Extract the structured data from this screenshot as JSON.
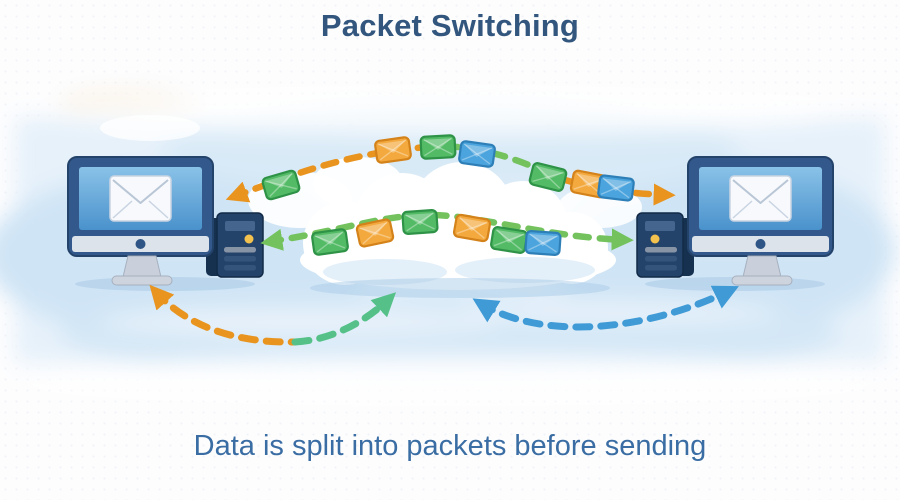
{
  "title": "Packet Switching",
  "caption": "Data is split into packets before sending",
  "colors": {
    "title_text": "#32567d",
    "caption_text": "#3a6da3",
    "packet_green": "#53bb66",
    "packet_green_border": "#2e9247",
    "packet_orange": "#f3a93e",
    "packet_orange_border": "#d4821a",
    "packet_blue": "#4ba4dd",
    "packet_blue_border": "#2e7fb7",
    "dash_orange": "#e8941f",
    "dash_green": "#74c25e",
    "dash_mint": "#55c189",
    "dash_blue": "#3f9ad6",
    "monitor_frame": "#33598c",
    "screen_blue_top": "#8ac2e8",
    "screen_blue_bottom": "#4a92cc",
    "server_navy": "#24436b",
    "accent_yellow": "#f2c14e"
  },
  "diagram": {
    "left_computer": {
      "screen_icon": "envelope-icon"
    },
    "right_computer": {
      "screen_icon": "envelope-icon"
    },
    "paths": {
      "top": {
        "packets": [
          "green",
          "orange",
          "green",
          "blue",
          "green",
          "orange",
          "blue"
        ]
      },
      "middle": {
        "packets": [
          "green",
          "orange",
          "green",
          "orange",
          "green",
          "blue"
        ]
      }
    }
  }
}
